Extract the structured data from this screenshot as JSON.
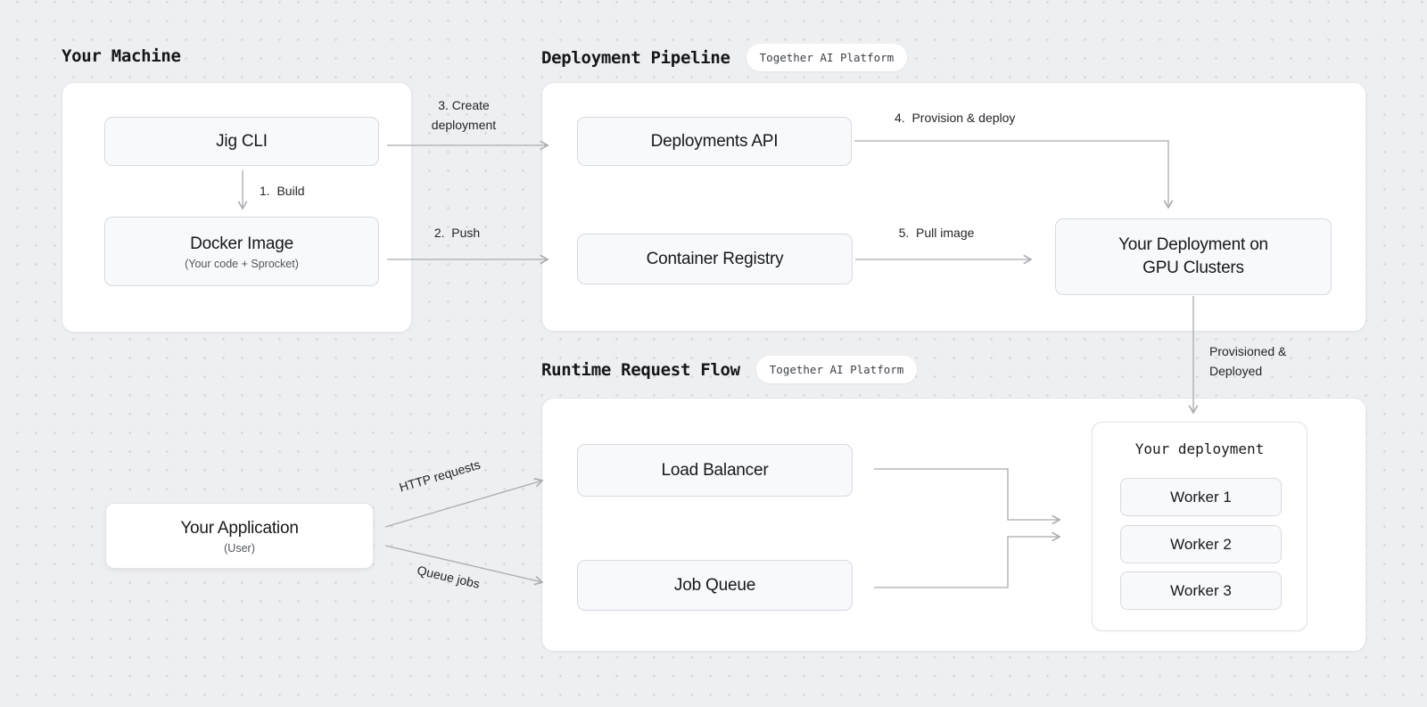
{
  "sections": {
    "machine": {
      "title": "Your Machine"
    },
    "pipeline": {
      "title": "Deployment Pipeline",
      "badge": "Together AI Platform"
    },
    "runtime": {
      "title": "Runtime Request Flow",
      "badge": "Together AI Platform"
    }
  },
  "nodes": {
    "jig_cli": {
      "label": "Jig CLI"
    },
    "docker_image": {
      "label": "Docker Image",
      "sublabel": "(Your code + Sprocket)"
    },
    "deployments_api": {
      "label": "Deployments API"
    },
    "container_registry": {
      "label": "Container Registry"
    },
    "gpu_deployment": {
      "label": "Your Deployment on GPU Clusters"
    },
    "load_balancer": {
      "label": "Load Balancer"
    },
    "job_queue": {
      "label": "Job Queue"
    },
    "your_application": {
      "label": "Your Application",
      "sublabel": "(User)"
    },
    "deployment_group": {
      "title": "Your deployment",
      "workers": [
        "Worker 1",
        "Worker 2",
        "Worker 3"
      ]
    }
  },
  "edges": {
    "build": "1.  Build",
    "push": "2.  Push",
    "create_deployment": "3. Create deployment",
    "provision_deploy": "4.  Provision & deploy",
    "pull_image": "5.  Pull image",
    "provisioned_deployed": "Provisioned & Deployed",
    "http_requests": "HTTP requests",
    "queue_jobs": "Queue jobs"
  },
  "colors": {
    "background": "#eeeff1",
    "panel": "#ffffff",
    "node_fill": "#f8f9fb",
    "node_border": "#d7dae1",
    "arrow": "#a9abb0",
    "text": "#17181c"
  }
}
